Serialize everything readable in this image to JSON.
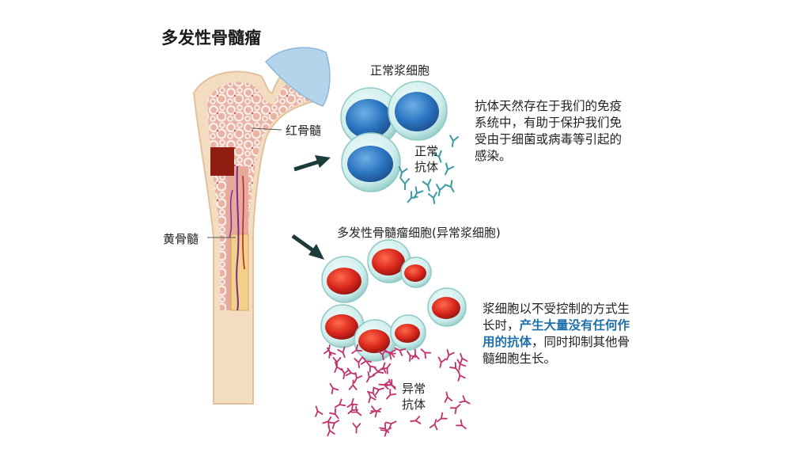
{
  "title": "多发性骨髓瘤",
  "bone": {
    "red_marrow_label": "红骨髓",
    "yellow_marrow_label": "黄骨髓"
  },
  "normal": {
    "heading": "正常浆细胞",
    "antibody_label_line1": "正常",
    "antibody_label_line2": "抗体",
    "description_lines": [
      "抗体天然存在于我们的免疫",
      "系统中，有助于保护我们免",
      "受由于细菌或病毒等引起的",
      "感染。"
    ]
  },
  "myeloma": {
    "heading": "多发性骨髓瘤细胞(异常浆细胞)",
    "antibody_label_line1": "异常",
    "antibody_label_line2": "抗体",
    "description_line1": "浆细胞以不受控制的方式生",
    "description_line2_prefix": "长时，",
    "description_highlight_part1": "产生大量没有任何作",
    "description_highlight_part2": "用的抗体",
    "description_line3_suffix": "，同时抑制其他骨",
    "description_line4": "髓细胞生长。"
  },
  "colors": {
    "highlight": "#1f6fa8",
    "normal_nucleus": "#2a73bf",
    "myeloma_nucleus": "#d8261c",
    "cell_membrane": "#cfeeed",
    "normal_antibody": "#3a9aa5",
    "abnormal_antibody": "#c0306a",
    "arrow": "#1d3b3b"
  }
}
